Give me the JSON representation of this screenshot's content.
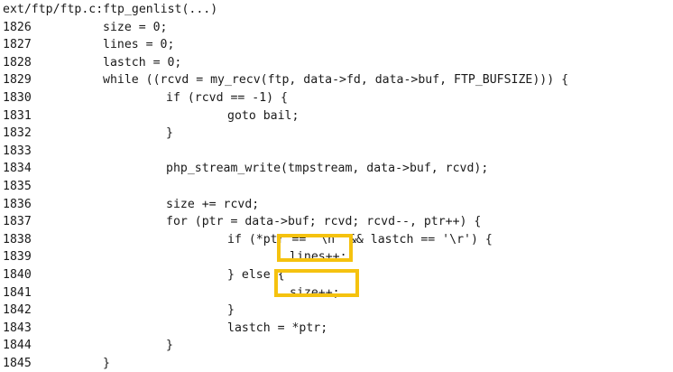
{
  "header": {
    "title": "ext/ftp/ftp.c:ftp_genlist(...)"
  },
  "lines": [
    {
      "num": "1826",
      "indent": 1,
      "code": "size = 0;"
    },
    {
      "num": "1827",
      "indent": 1,
      "code": "lines = 0;"
    },
    {
      "num": "1828",
      "indent": 1,
      "code": "lastch = 0;"
    },
    {
      "num": "1829",
      "indent": 1,
      "code": "while ((rcvd = my_recv(ftp, data->fd, data->buf, FTP_BUFSIZE))) {"
    },
    {
      "num": "1830",
      "indent": 2,
      "code": "if (rcvd == -1) {"
    },
    {
      "num": "1831",
      "indent": 3,
      "code": "goto bail;"
    },
    {
      "num": "1832",
      "indent": 2,
      "code": "}"
    },
    {
      "num": "1833",
      "indent": 0,
      "code": ""
    },
    {
      "num": "1834",
      "indent": 2,
      "code": "php_stream_write(tmpstream, data->buf, rcvd);"
    },
    {
      "num": "1835",
      "indent": 0,
      "code": ""
    },
    {
      "num": "1836",
      "indent": 2,
      "code": "size += rcvd;"
    },
    {
      "num": "1837",
      "indent": 2,
      "code": "for (ptr = data->buf; rcvd; rcvd--, ptr++) {"
    },
    {
      "num": "1838",
      "indent": 3,
      "code": "if (*ptr == '\\n' && lastch == '\\r') {"
    },
    {
      "num": "1839",
      "indent": 4,
      "code": "lines++;"
    },
    {
      "num": "1840",
      "indent": 3,
      "code": "} else {"
    },
    {
      "num": "1841",
      "indent": 4,
      "code": "size++;"
    },
    {
      "num": "1842",
      "indent": 3,
      "code": "}"
    },
    {
      "num": "1843",
      "indent": 3,
      "code": "lastch = *ptr;"
    },
    {
      "num": "1844",
      "indent": 2,
      "code": "}"
    },
    {
      "num": "1845",
      "indent": 1,
      "code": "}"
    }
  ],
  "highlights": [
    {
      "label": "lines++;",
      "line": "1839",
      "color": "#f5c20f"
    },
    {
      "label": "size++;",
      "line": "1841",
      "color": "#f5c20f"
    }
  ]
}
